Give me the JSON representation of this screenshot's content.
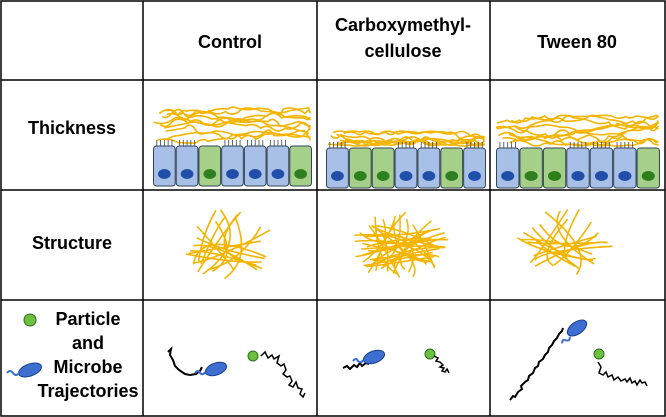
{
  "table": {
    "columns": [
      "Control",
      "Carboxymethyl-",
      "cellulose",
      "Tween 80"
    ],
    "rows": {
      "thickness": "Thickness",
      "structure": "Structure",
      "trajectories": [
        "Particle",
        "and",
        "Microbe",
        "Trajectories"
      ]
    }
  },
  "colors": {
    "mucus_fiber": "#f4b400",
    "goblet_cell": "#a6cf8a",
    "epithelial_cell": "#a8c0e8",
    "nucleus_blue": "#1f4fa8",
    "nucleus_green": "#2f7f1f",
    "particle": "#6cbf3f",
    "microbe": "#3c6fd0",
    "trajectory": "#000000",
    "grid": "#000000"
  },
  "icons": [
    "particle-dot-icon",
    "microbe-icon"
  ]
}
